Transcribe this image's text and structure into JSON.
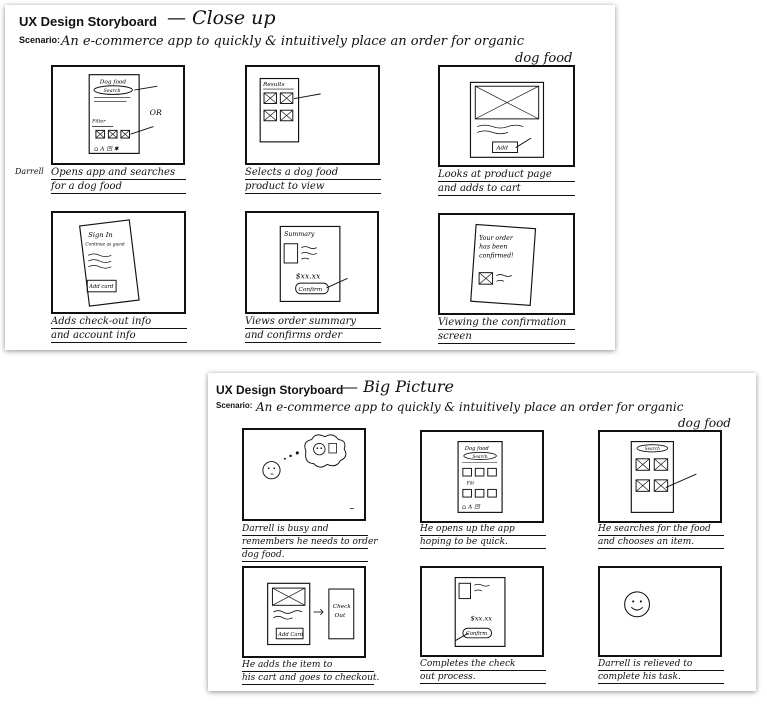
{
  "closeup": {
    "title": "UX Design Storyboard",
    "title_hand": "— Close up",
    "scenario_label": "Scenario:",
    "scenario_line1": "An e-commerce app to quickly & intuitively  place an order for organic",
    "scenario_line2": "dog food",
    "persona": "Darrell",
    "panels": [
      {
        "lines": [
          "Opens app and searches",
          "for a dog food"
        ],
        "sketch": {
          "dog_food": "Dog food",
          "search": "Search",
          "or": "OR",
          "filter": "Filter",
          "nav": "⌂ A 凹 ✱"
        }
      },
      {
        "lines": [
          "Selects a dog food",
          "product to view"
        ],
        "sketch": {
          "results": "Results"
        }
      },
      {
        "lines": [
          "Looks at product page",
          "and adds to cart"
        ],
        "sketch": {
          "add": "Add"
        }
      },
      {
        "lines": [
          "Adds check-out info",
          "and account info"
        ],
        "sketch": {
          "sign_in": "Sign In",
          "guest": "Continue as guest",
          "add_card": "Add card"
        }
      },
      {
        "lines": [
          "Views order summary",
          "and confirms order"
        ],
        "sketch": {
          "summary": "Summary",
          "price": "$xx.xx",
          "confirm": "Confirm"
        }
      },
      {
        "lines": [
          "Viewing the confirmation",
          "screen"
        ],
        "sketch": {
          "confirmed": [
            "Your order",
            "has been",
            "confirmed!"
          ]
        }
      }
    ]
  },
  "bigpicture": {
    "title": "UX Design Storyboard",
    "title_hand": "— Big Picture",
    "scenario_label": "Scenario:",
    "scenario_line1": "An e-commerce app to quickly & intuitively  place an order for organic",
    "scenario_line2": "dog food",
    "panels": [
      {
        "lines": [
          "Darrell is busy and",
          "remembers he needs to order",
          "dog food."
        ]
      },
      {
        "lines": [
          "He opens up the app",
          "hoping to be quick."
        ],
        "sketch": {
          "dog_food": "Dog food",
          "search": "Search",
          "filter": "Filt",
          "nav": "⌂ A 凹"
        }
      },
      {
        "lines": [
          "He searches for the food",
          "and chooses an item."
        ],
        "sketch": {
          "search": "Search"
        }
      },
      {
        "lines": [
          "He adds the item to",
          "his cart and goes to checkout."
        ],
        "sketch": {
          "add_card": "Add Card",
          "check_out": [
            "Check",
            "Out"
          ]
        }
      },
      {
        "lines": [
          "Completes the check",
          "out process."
        ],
        "sketch": {
          "price": "$xx.xx",
          "confirm": "Confirm"
        }
      },
      {
        "lines": [
          "Darrell is relieved to",
          "complete his task."
        ]
      }
    ]
  }
}
